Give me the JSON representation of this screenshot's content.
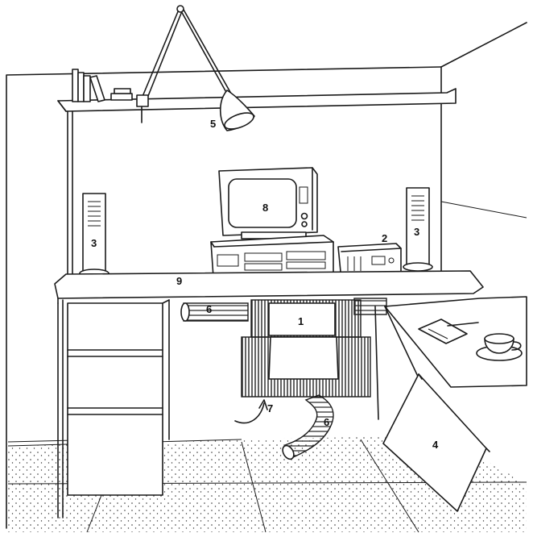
{
  "labels": {
    "heat_exchanger": "1",
    "device_box": "2",
    "speaker_left": "3",
    "speaker_right": "3",
    "panel": "4",
    "lamp": "5",
    "duct_left": "6",
    "duct_lower": "6",
    "inlet": "7",
    "monitor": "8",
    "desk_top": "9"
  }
}
